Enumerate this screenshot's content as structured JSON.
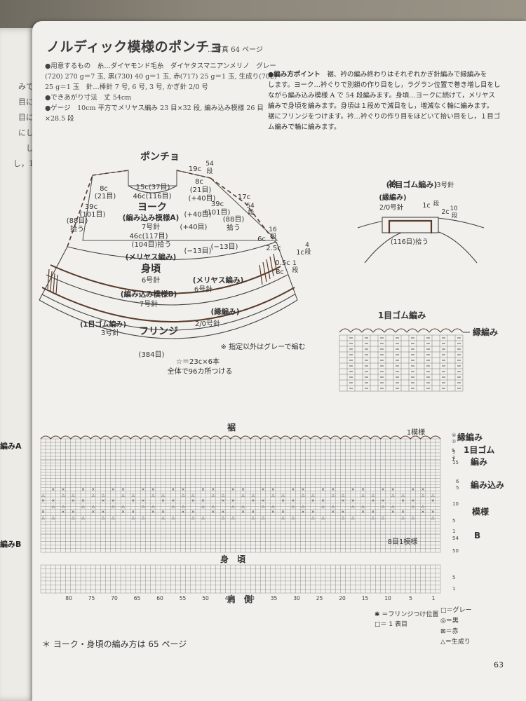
{
  "left_page": {
    "fragments": [
      "みで",
      "目に",
      "目に",
      "にし",
      "し",
      "し，1"
    ],
    "marks": [
      "編みA",
      "編みB"
    ]
  },
  "header": {
    "title": "ノルディック模様のポンチョ",
    "photo_ref": "…写真 64 ページ"
  },
  "materials": [
    "●用意するもの　糸…ダイヤモンド毛糸　ダイヤタスマニアンメリノ　グレー",
    "(720) 270 g＝7 玉, 黒(730) 40 g＝1 玉, 赤(717) 25 g＝1 玉, 生成り(702)",
    "25 g＝1 玉　針…棒針 7 号, 6 号, 3 号, かぎ針 2/0 号",
    "●できあがり寸法　丈 54cm",
    "●ゲージ　10cm 平方でメリヤス編み 23 目×32 段, 編み込み模様 26 目",
    "×28.5 段"
  ],
  "points": {
    "heading": "●編み方ポイント",
    "lines": [
      "裾、衿の編み終わりはそれぞれかぎ針編みで縁編みを",
      "します。ヨーク…衿ぐりで別鎖の作り目をし，ラグラン位置で巻き増し目をし",
      "ながら編み込み模様 A で 54 段編みます。身頃…ヨークに続けて，メリヤス",
      "編みで身頃を編みます。身頃は１段めで減目をし，増減なく輪に編みます。",
      "裾にフリンジをつけます。衿…衿ぐりの作り目をほどいて拾い目をし，１目ゴ",
      "ム編みで輪に編みます。"
    ]
  },
  "poncho_diagram": {
    "title": "ポンチョ",
    "labels": {
      "top_19c": "19c",
      "top_54": "54",
      "top_dan": "段",
      "l8c": "8c",
      "l21": "(21目)",
      "r8c": "8c",
      "r21": "(21目)",
      "c15": "15c(37目)",
      "c46a": "46c(116目)",
      "c40a": "(+40目)",
      "yoke": "ヨーク",
      "yoke_pat": "(編み込み模様A)",
      "yoke_needle": "7号針",
      "l39": "39c",
      "l101": "(101目)",
      "l88": "(88目)",
      "lhiro": "拾う",
      "r39": "39c",
      "r101": "(101目)",
      "r88": "(88目)",
      "rhiro": "拾う",
      "r17": "17c",
      "r54": "54",
      "rdan": "段",
      "c40b": "(+40目)",
      "c40c": "(+40目)",
      "c46b": "46c(117目)",
      "c104": "(104目)拾う",
      "cm13a": "(−13目)",
      "cm13b": "(−13目)",
      "r16": "16",
      "r16dan": "段",
      "r6c": "6c",
      "r25c": "2.5c",
      "r1c": "1c",
      "r4": "4",
      "r4dan": "段",
      "r05c": "0.5c",
      "r1": "1",
      "r1dan": "段",
      "r8c2": "8c",
      "meriyasu": "(メリヤス編み)",
      "body": "身頃",
      "body_needle": "6号針",
      "meriyasu2": "(メリヤス編み)",
      "needle6b": "6号針",
      "patB": "(編み込み模様B)",
      "needle7b": "7号針",
      "fuchi": "(縁編み)",
      "hook": "2/0号針",
      "gomu": "(1目ゴム編み)",
      "needle3": "3号針",
      "fringe": "フリンジ",
      "n384": "(384目)",
      "note": "※ 指定以外はグレーで編む",
      "fringe_note1": "☆＝23c×6本",
      "fringe_note2": "全体で96カ所つける"
    }
  },
  "collar_diagram": {
    "title": "衿",
    "subtitle": "(1目ゴム編み)",
    "needle": "3号針",
    "fuchi": "(縁編み)",
    "hook": "2/0号針",
    "c1c": "1c",
    "dan1": "段",
    "c2c": "2c",
    "c10": "10",
    "dan10": "段",
    "n116": "(116目)拾う"
  },
  "rib_chart": {
    "title": "1目ゴム編み",
    "side": "縁編み"
  },
  "main_chart": {
    "top_label": "裾",
    "repeat1": "1模様",
    "repeat8": "8目1模様",
    "mid_label": "身　頃",
    "bottom_label": "肩　側",
    "side_fuchi": "縁編み",
    "side_gomu1": "1目ゴム",
    "side_gomu2": "編み",
    "side_patB1": "編み込み",
    "side_patB2": "模様",
    "side_patB3": "B",
    "col_numbers": [
      "80",
      "75",
      "70",
      "65",
      "60",
      "55",
      "50",
      "45",
      "40",
      "35",
      "30",
      "25",
      "20",
      "15",
      "10",
      "5",
      "1"
    ],
    "row_numbers": [
      "5",
      "1",
      "15",
      "10",
      "5",
      "1",
      "54",
      "50",
      "5",
      "1"
    ],
    "small_marks": [
      "④",
      "①",
      "5",
      "1",
      "6",
      "5"
    ]
  },
  "legend": {
    "fringe": "✱ ＝フリンジつけ位置",
    "omote": "□＝ 1  表目",
    "items": [
      "□＝グレー",
      "◎＝黒",
      "⊠＝赤",
      "△＝生成り"
    ]
  },
  "footer": {
    "note": "＊ ヨーク・身頃の編み方は 65 ページ",
    "page_number": "63"
  },
  "colors": {
    "accent": "#5a3a2a",
    "ink": "#333333",
    "paper": "#f1f0ec"
  }
}
